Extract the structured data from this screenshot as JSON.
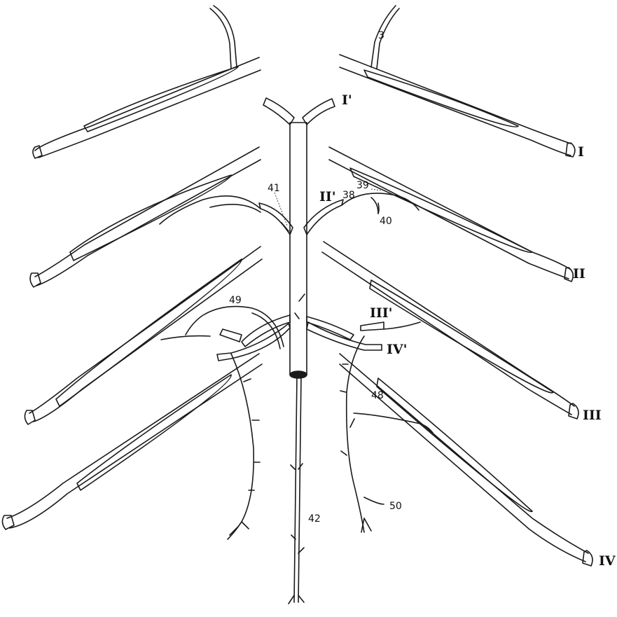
{
  "figure": {
    "ink_color": "#1a1a1a",
    "vessel_fill": "#ffffff",
    "roman_labels": {
      "I": "I",
      "II": "II",
      "III": "III",
      "IV": "IV",
      "I_prime": "I'",
      "II_prime": "II'",
      "III_prime": "III'",
      "IV_prime": "IV'"
    },
    "number_labels": {
      "n3": "3",
      "n38": "38",
      "n39": "39",
      "n40": "40",
      "n41": "41",
      "n42": "42",
      "n48": "48",
      "n49": "49",
      "n50": "50"
    }
  }
}
